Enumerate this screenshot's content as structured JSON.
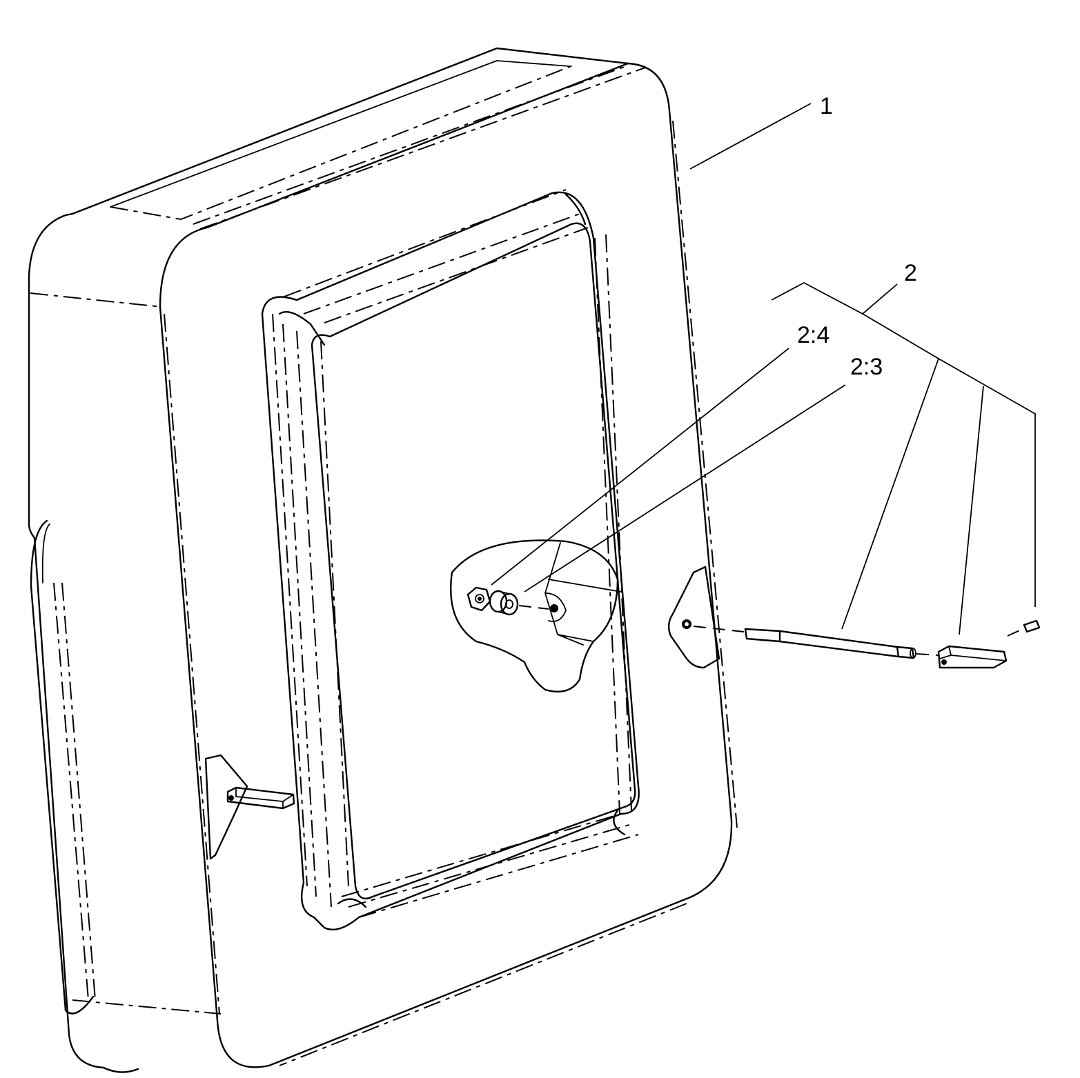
{
  "labels": {
    "part_1": "1",
    "part_2": "2",
    "part_2_4": "2:4",
    "part_2_3": "2:3"
  }
}
